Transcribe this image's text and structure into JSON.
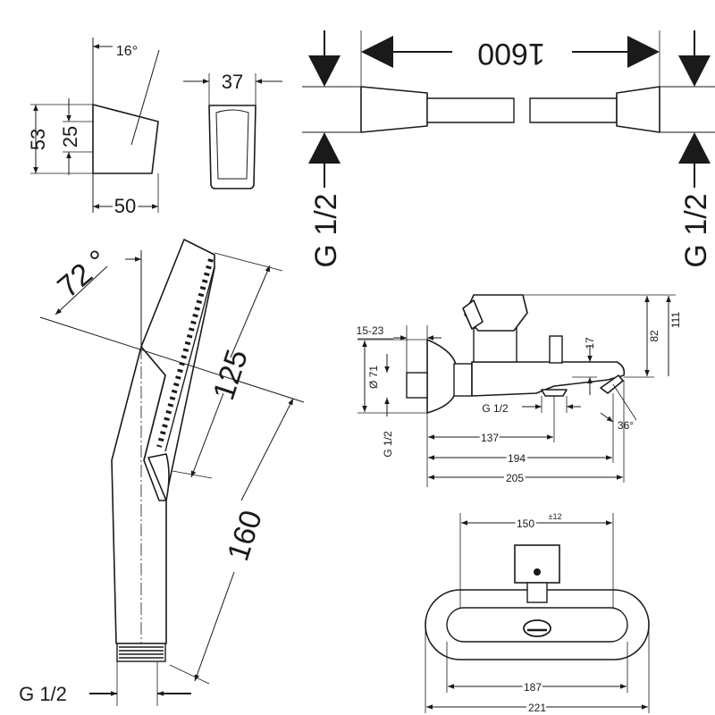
{
  "holder": {
    "angle": "16°",
    "height": "53",
    "inner": "25",
    "width": "50",
    "depth": "37"
  },
  "hose": {
    "length": "1600",
    "thread_left": "G 1/2",
    "thread_right": "G 1/2"
  },
  "hand_shower": {
    "angle": "72 °",
    "head": "125",
    "length": "160",
    "thread": "G 1/2"
  },
  "mixer_side": {
    "connection": "15-23",
    "rosette": "Ø 71",
    "thread_in": "G 1/2",
    "thread_out": "G 1/2",
    "outlet_height": "17",
    "lever_height": "82",
    "total_height": "111",
    "spout_angle": "36°",
    "to_outlet": "137",
    "to_spout": "194",
    "total_depth": "205"
  },
  "mixer_front": {
    "centers": "150",
    "tolerance": "±12",
    "body": "187",
    "total_width": "221"
  }
}
